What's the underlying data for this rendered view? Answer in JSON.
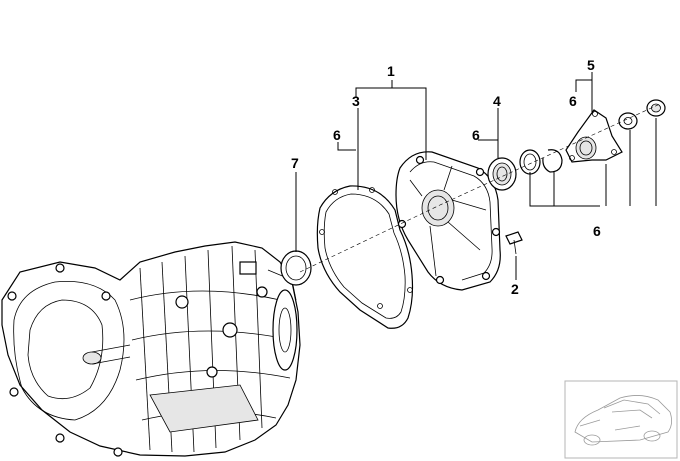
{
  "diagram": {
    "callouts": {
      "c1": "1",
      "c3": "3",
      "c6a": "6",
      "c4": "4",
      "c6b": "6",
      "c5": "5",
      "c6c": "6",
      "c7": "7",
      "c2": "2",
      "c6d": "6"
    },
    "colors": {
      "line": "#000000",
      "background": "#ffffff",
      "thumbnail_frame": "#b5b5b5"
    }
  }
}
